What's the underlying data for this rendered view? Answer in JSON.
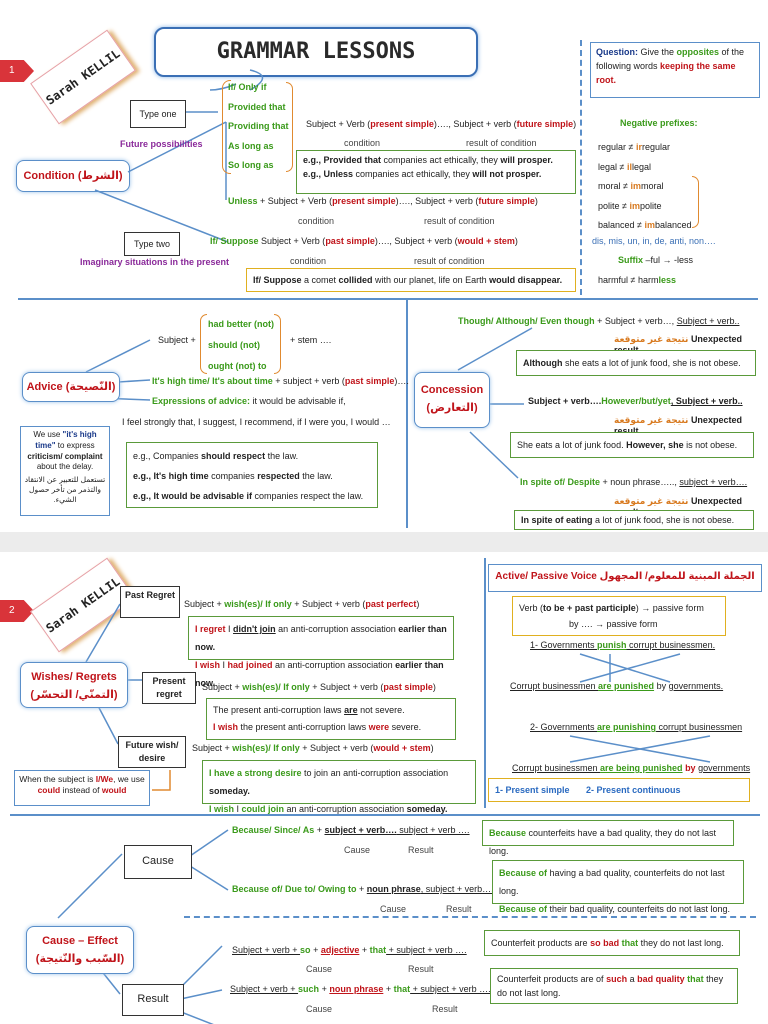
{
  "page1": {
    "badge": "1",
    "author": "Sarah KELLIL",
    "title": "GRAMMAR LESSONS",
    "condition_label": "Condition",
    "condition_ar": "(الشرط)",
    "type_one": "Type one",
    "future_possibilities": "Future possibilities",
    "conj": [
      "If/ Only if",
      "Provided that",
      "Providing that",
      "As long as",
      "So long as"
    ],
    "type_one_formula": [
      "Subject + Verb (",
      "present simple",
      ")…., Subject + verb (",
      "future simple",
      ")"
    ],
    "condition_word": "condition",
    "result_of_condition": "result of condition",
    "ex1": [
      "e.g., Provided that",
      " companies act ethically, they ",
      "will prosper."
    ],
    "ex2": [
      "e.g., Unless",
      " companies act ethically, they ",
      "will not prosper."
    ],
    "unless_formula": [
      "Unless",
      " + Subject + Verb (",
      "present simple",
      ")…., Subject + verb (",
      "future simple",
      ")"
    ],
    "type_two": "Type two",
    "imaginary": "Imaginary situations in the present",
    "type_two_formula": [
      "If/ Suppose",
      " Subject + Verb (",
      "past simple",
      ")…., Subject + verb (",
      "would + stem",
      ")"
    ],
    "type_two_ex": [
      "If/ Suppose",
      " a comet ",
      "collided",
      " with our planet, life on Earth ",
      "would disappear."
    ],
    "question": [
      "Question:",
      " Give the ",
      "opposites",
      " of the following words ",
      "keeping the same root."
    ],
    "neg_prefixes": "Negative prefixes:",
    "opposites": [
      [
        "regular ≠ ",
        "ir",
        "regular"
      ],
      [
        "legal ≠ ",
        "il",
        "legal"
      ],
      [
        "moral ≠ ",
        "im",
        "moral"
      ],
      [
        "polite ≠ ",
        "im",
        "polite"
      ],
      [
        "balanced ≠ ",
        "im",
        "balanced"
      ]
    ],
    "prefix_list": "dis, mis, un, in, de, anti, non….",
    "suffix": [
      "Suffix",
      " –ful → -less"
    ],
    "harmful": [
      "harmful ≠ harm",
      "less"
    ],
    "advice_label": "Advice",
    "advice_ar": "(النّصيحة)",
    "modals": [
      "had better (not)",
      "should (not)",
      "ought (not) to"
    ],
    "subject_plus": "Subject +",
    "stem": "+ stem ….",
    "high_time": [
      "It's high time/ It's about time",
      " + subject + verb (",
      "past simple",
      ")…."
    ],
    "expressions": [
      "Expressions of advice:",
      " it would be advisable if,"
    ],
    "feel_strongly": "I feel strongly that, I suggest, I recommend, if I were you, I would …",
    "note": [
      "We use ",
      "\"it's high time\"",
      " to express ",
      "criticism/ complaint",
      " about the delay."
    ],
    "note_ar": "تستعمل للتعبير عن الانتقاد والتذمر من تأخر حصول الشيء.",
    "advice_ex": [
      [
        "e.g., Companies ",
        "should respect",
        " the law."
      ],
      [
        "e.g., It's high time",
        " companies ",
        "respected",
        " the law."
      ],
      [
        "e.g., It would be advisable if",
        " companies respect the law."
      ]
    ],
    "concession_label": "Concession",
    "concession_ar": "(التعارض)",
    "though": [
      "Though/ Although/ Even though",
      " + Subject + verb…, ",
      "Subject + verb.."
    ],
    "unexpected_ar": "نتيجة غير متوقعة",
    "unexpected": "Unexpected result",
    "though_ex": [
      "Although",
      " she eats a lot of junk food, she is not obese."
    ],
    "however": [
      "Subject + verb….",
      "However/but/yet",
      ", Subject + verb.."
    ],
    "however_ex": [
      "She eats a lot of junk food. ",
      "However, she",
      " is not obese."
    ],
    "despite": [
      "In spite of/ Despite",
      " + noun phrase….., ",
      "subject + verb…."
    ],
    "despite_ex": [
      "In spite of eating",
      " a lot of junk food, she is not obese."
    ]
  },
  "page2": {
    "badge": "2",
    "author": "Sarah KELLIL",
    "past_regret": "Past Regret",
    "past_formula": [
      "Subject + ",
      "wish(es)/ If only",
      " + Subject + verb (",
      "past perfect",
      ")"
    ],
    "past_ex": [
      [
        "I regret",
        " I ",
        "didn't join",
        " an anti-corruption association ",
        "earlier than now."
      ],
      [
        "I wish",
        " I ",
        "had joined",
        " an anti-corruption association ",
        "earlier than now."
      ]
    ],
    "wishes_label": "Wishes/ Regrets",
    "wishes_ar": "(التمنّي/ التحسّر)",
    "present_regret": "Present regret",
    "present_formula": [
      "Subject + ",
      "wish(es)/ If only",
      " + Subject + verb (",
      "past simple",
      ")"
    ],
    "present_ex": [
      [
        "The present anti-corruption laws ",
        "are",
        " not severe."
      ],
      [
        "I wish",
        " the present anti-corruption laws ",
        "were",
        " severe."
      ]
    ],
    "future_wish": "Future wish/ desire",
    "future_formula": [
      "Subject + ",
      "wish(es)/ If only",
      " + Subject + verb (",
      "would + stem",
      ")"
    ],
    "future_ex": [
      [
        "I have a strong desire",
        " to join an anti-corruption association ",
        "someday."
      ],
      [
        "I wish",
        " I ",
        "could join",
        " an anti-corruption association ",
        "someday."
      ]
    ],
    "subject_note": [
      "When the subject is ",
      "I/We",
      ", we use ",
      "could",
      " instead of ",
      "would"
    ],
    "active_passive": "Active/ Passive Voice",
    "active_passive_ar": "الجملة المبنية للمعلوم/ المجهول",
    "verb_passive": [
      "Verb (",
      "to be + past participle",
      ") → passive form"
    ],
    "by_passive": "by …. → passive form",
    "s1": [
      "1-  Governments ",
      "punish",
      " corrupt businessmen."
    ],
    "s1p": [
      "Corrupt businessmen ",
      "are punished",
      " by ",
      "governments."
    ],
    "s2": [
      "2-  Governments ",
      "are punishing",
      " corrupt businessmen"
    ],
    "s2p": [
      "Corrupt businessmen ",
      "are being punished",
      " by ",
      "governments"
    ],
    "tenses": [
      "1-  Present simple",
      "2- Present continuous"
    ],
    "cause_label": "Cause",
    "because": [
      "Because/ Since/ As",
      " + ",
      "subject + verb….",
      " subject + verb …."
    ],
    "cause_word": "Cause",
    "result_word": "Result",
    "because_ex": [
      "Because",
      " counterfeits have a bad quality, they do not last long."
    ],
    "because_of": [
      "Because of/ Due to/ Owing to",
      " + ",
      "noun phrase",
      ", subject + verb…."
    ],
    "because_of_ex": [
      [
        "Because of",
        " having a bad quality, counterfeits do not last long."
      ],
      [
        "Because of",
        " their bad quality, counterfeits do not last long."
      ]
    ],
    "cause_effect": "Cause – Effect",
    "cause_effect_ar": "(السّبب والنّتيجة)",
    "result_label": "Result",
    "so": [
      "Subject + verb + ",
      "so",
      " + ",
      "adjective",
      " + ",
      "that",
      " + subject + verb …."
    ],
    "so_ex": [
      "Counterfeit products are ",
      "so bad",
      " that",
      " they do not last long."
    ],
    "such": [
      "Subject + verb + ",
      "such",
      " + ",
      "noun phrase",
      " + ",
      "that",
      " + subject + verb …."
    ],
    "such_ex": [
      "Counterfeit products are of ",
      "such",
      " a ",
      "bad quality",
      " that",
      " they do not last long."
    ]
  }
}
